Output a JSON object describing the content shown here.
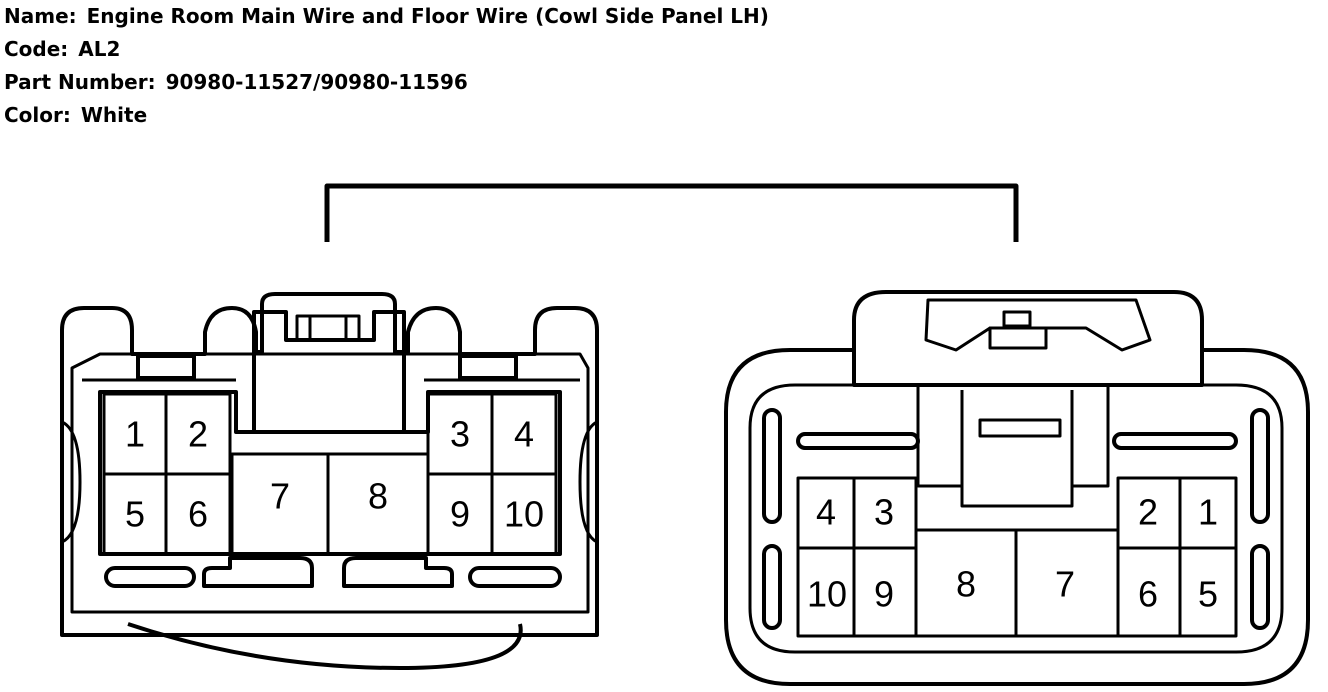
{
  "header": {
    "name_label": "Name:",
    "name_value": "Engine Room Main Wire and Floor Wire (Cowl Side Panel LH)",
    "code_label": "Code:",
    "code_value": "AL2",
    "part_label": "Part Number:",
    "part_value": "90980-11527/90980-11596",
    "color_label": "Color:",
    "color_value": "White"
  },
  "left_connector": {
    "pins": [
      "1",
      "2",
      "3",
      "4",
      "5",
      "6",
      "7",
      "8",
      "9",
      "10"
    ]
  },
  "right_connector": {
    "pins": [
      "4",
      "3",
      "2",
      "1",
      "10",
      "9",
      "8",
      "7",
      "6",
      "5"
    ]
  }
}
